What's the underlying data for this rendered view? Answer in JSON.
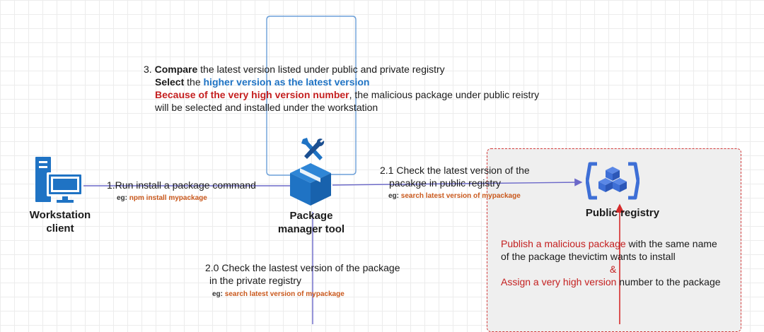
{
  "workstation": {
    "label_line1": "Workstation",
    "label_line2": "client"
  },
  "package_manager": {
    "label_line1": "Package",
    "label_line2": "manager tool"
  },
  "public_registry": {
    "label": "Public registry"
  },
  "step1": {
    "text": "1.Run install a package command",
    "eg_key": "eg:",
    "eg_value": "npm install  mypackage"
  },
  "step2_1": {
    "line1": "2.1 Check the latest version of the",
    "line2": "pacakge in public registry",
    "eg_key": "eg:",
    "eg_value": "search latest version of mypackage"
  },
  "step2_0": {
    "line1": "2.0 Check the lastest version of the package",
    "line2": "in the private registry",
    "eg_key": "eg:",
    "eg_value": "search latest version of mypackage"
  },
  "step3": {
    "prefix": "3. ",
    "compare_word": "Compare",
    "line1_rest": " the latest version listed under public and private registry",
    "select_word": "Select",
    "line2_mid": " the ",
    "line2_highlight": "higher version as the latest version",
    "line3_highlight": "Because of the very high version number",
    "line3_rest": ", the malicious package under public reistry",
    "line4": "will be selected and installed under the workstation"
  },
  "attack": {
    "line1_red": "Publish a malicious package",
    "line1_rest": " with the same name",
    "line2": "of the package thevictim wants to install",
    "amp": "&",
    "line4_red": "Assign a very high version",
    "line4_rest": " number to the package"
  },
  "colors": {
    "icon_blue": "#1f73c4",
    "registry_blue": "#3e6fd6",
    "arrow_red": "#d42a2a",
    "line_purple": "#6b68c9",
    "eg_orange": "#c9581c",
    "highlight_blue": "#1f73c4",
    "highlight_red": "#c42020"
  },
  "icons": [
    "desktop-computer-icon",
    "tools-wrench-icon",
    "package-box-icon",
    "cloud-registry-icon"
  ]
}
